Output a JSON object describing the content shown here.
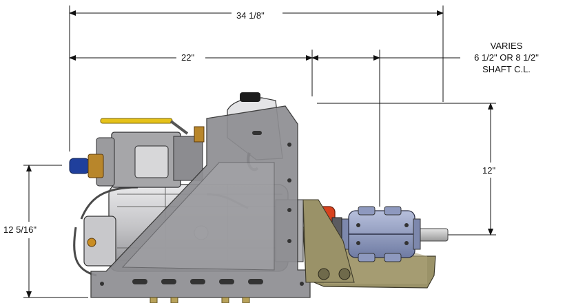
{
  "dimensions": {
    "overall_length": "34 1/8\"",
    "length_to_bracket": "22\"",
    "shaft_varies_line1": "VARIES",
    "shaft_varies_line2": "6 1/2\" OR 8 1/2\"",
    "shaft_varies_line3": "SHAFT C.L.",
    "shaft_height": "12\"",
    "base_height": "12 5/16\""
  },
  "colors": {
    "frame": "#8e8e92",
    "frame_dark": "#5b5b60",
    "motor": "#c9c9cc",
    "valve_handle": "#e6c21a",
    "hose_fitting": "#1f3f9c",
    "brass": "#b8862b",
    "clutch_red": "#d8421e",
    "gearbox_blue": "#9aa6c8",
    "drag_plate": "#9a9268"
  }
}
